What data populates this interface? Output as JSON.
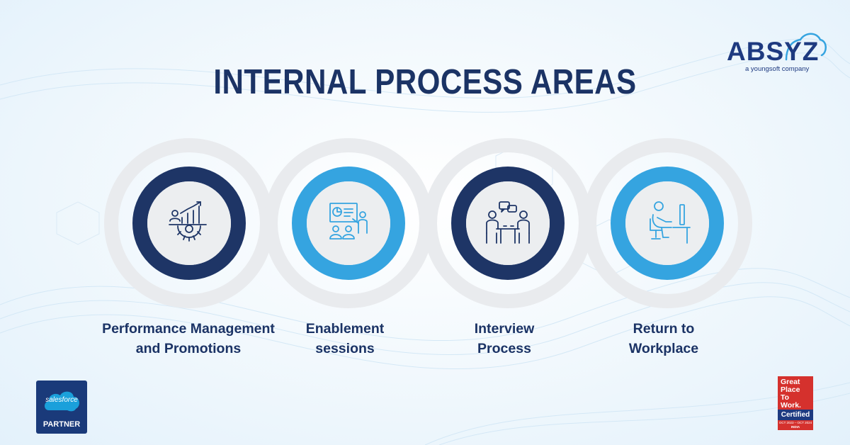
{
  "brand": {
    "logo_text": "ABSYZ",
    "tagline": "a youngsoft company",
    "primary_color": "#1e3a80",
    "accent_color": "#35a4e0"
  },
  "title": "INTERNAL PROCESS AREAS",
  "process_areas": [
    {
      "label_line1": "Performance Management",
      "label_line2": "and Promotions",
      "icon": "performance-growth-icon",
      "ring_color": "#1e3566"
    },
    {
      "label_line1": "Enablement",
      "label_line2": "sessions",
      "icon": "presentation-training-icon",
      "ring_color": "#35a4e0"
    },
    {
      "label_line1": "Interview",
      "label_line2": "Process",
      "icon": "interview-meeting-icon",
      "ring_color": "#1e3566"
    },
    {
      "label_line1": "Return to",
      "label_line2": "Workplace",
      "icon": "desk-worker-icon",
      "ring_color": "#35a4e0"
    }
  ],
  "badges": {
    "salesforce": {
      "logo": "salesforce",
      "label": "PARTNER"
    },
    "gptw": {
      "lines": [
        "Great",
        "Place",
        "To",
        "Work."
      ],
      "certified": "Certified",
      "dates": "OCT 2023 – OCT 2024",
      "country": "INDIA"
    }
  }
}
